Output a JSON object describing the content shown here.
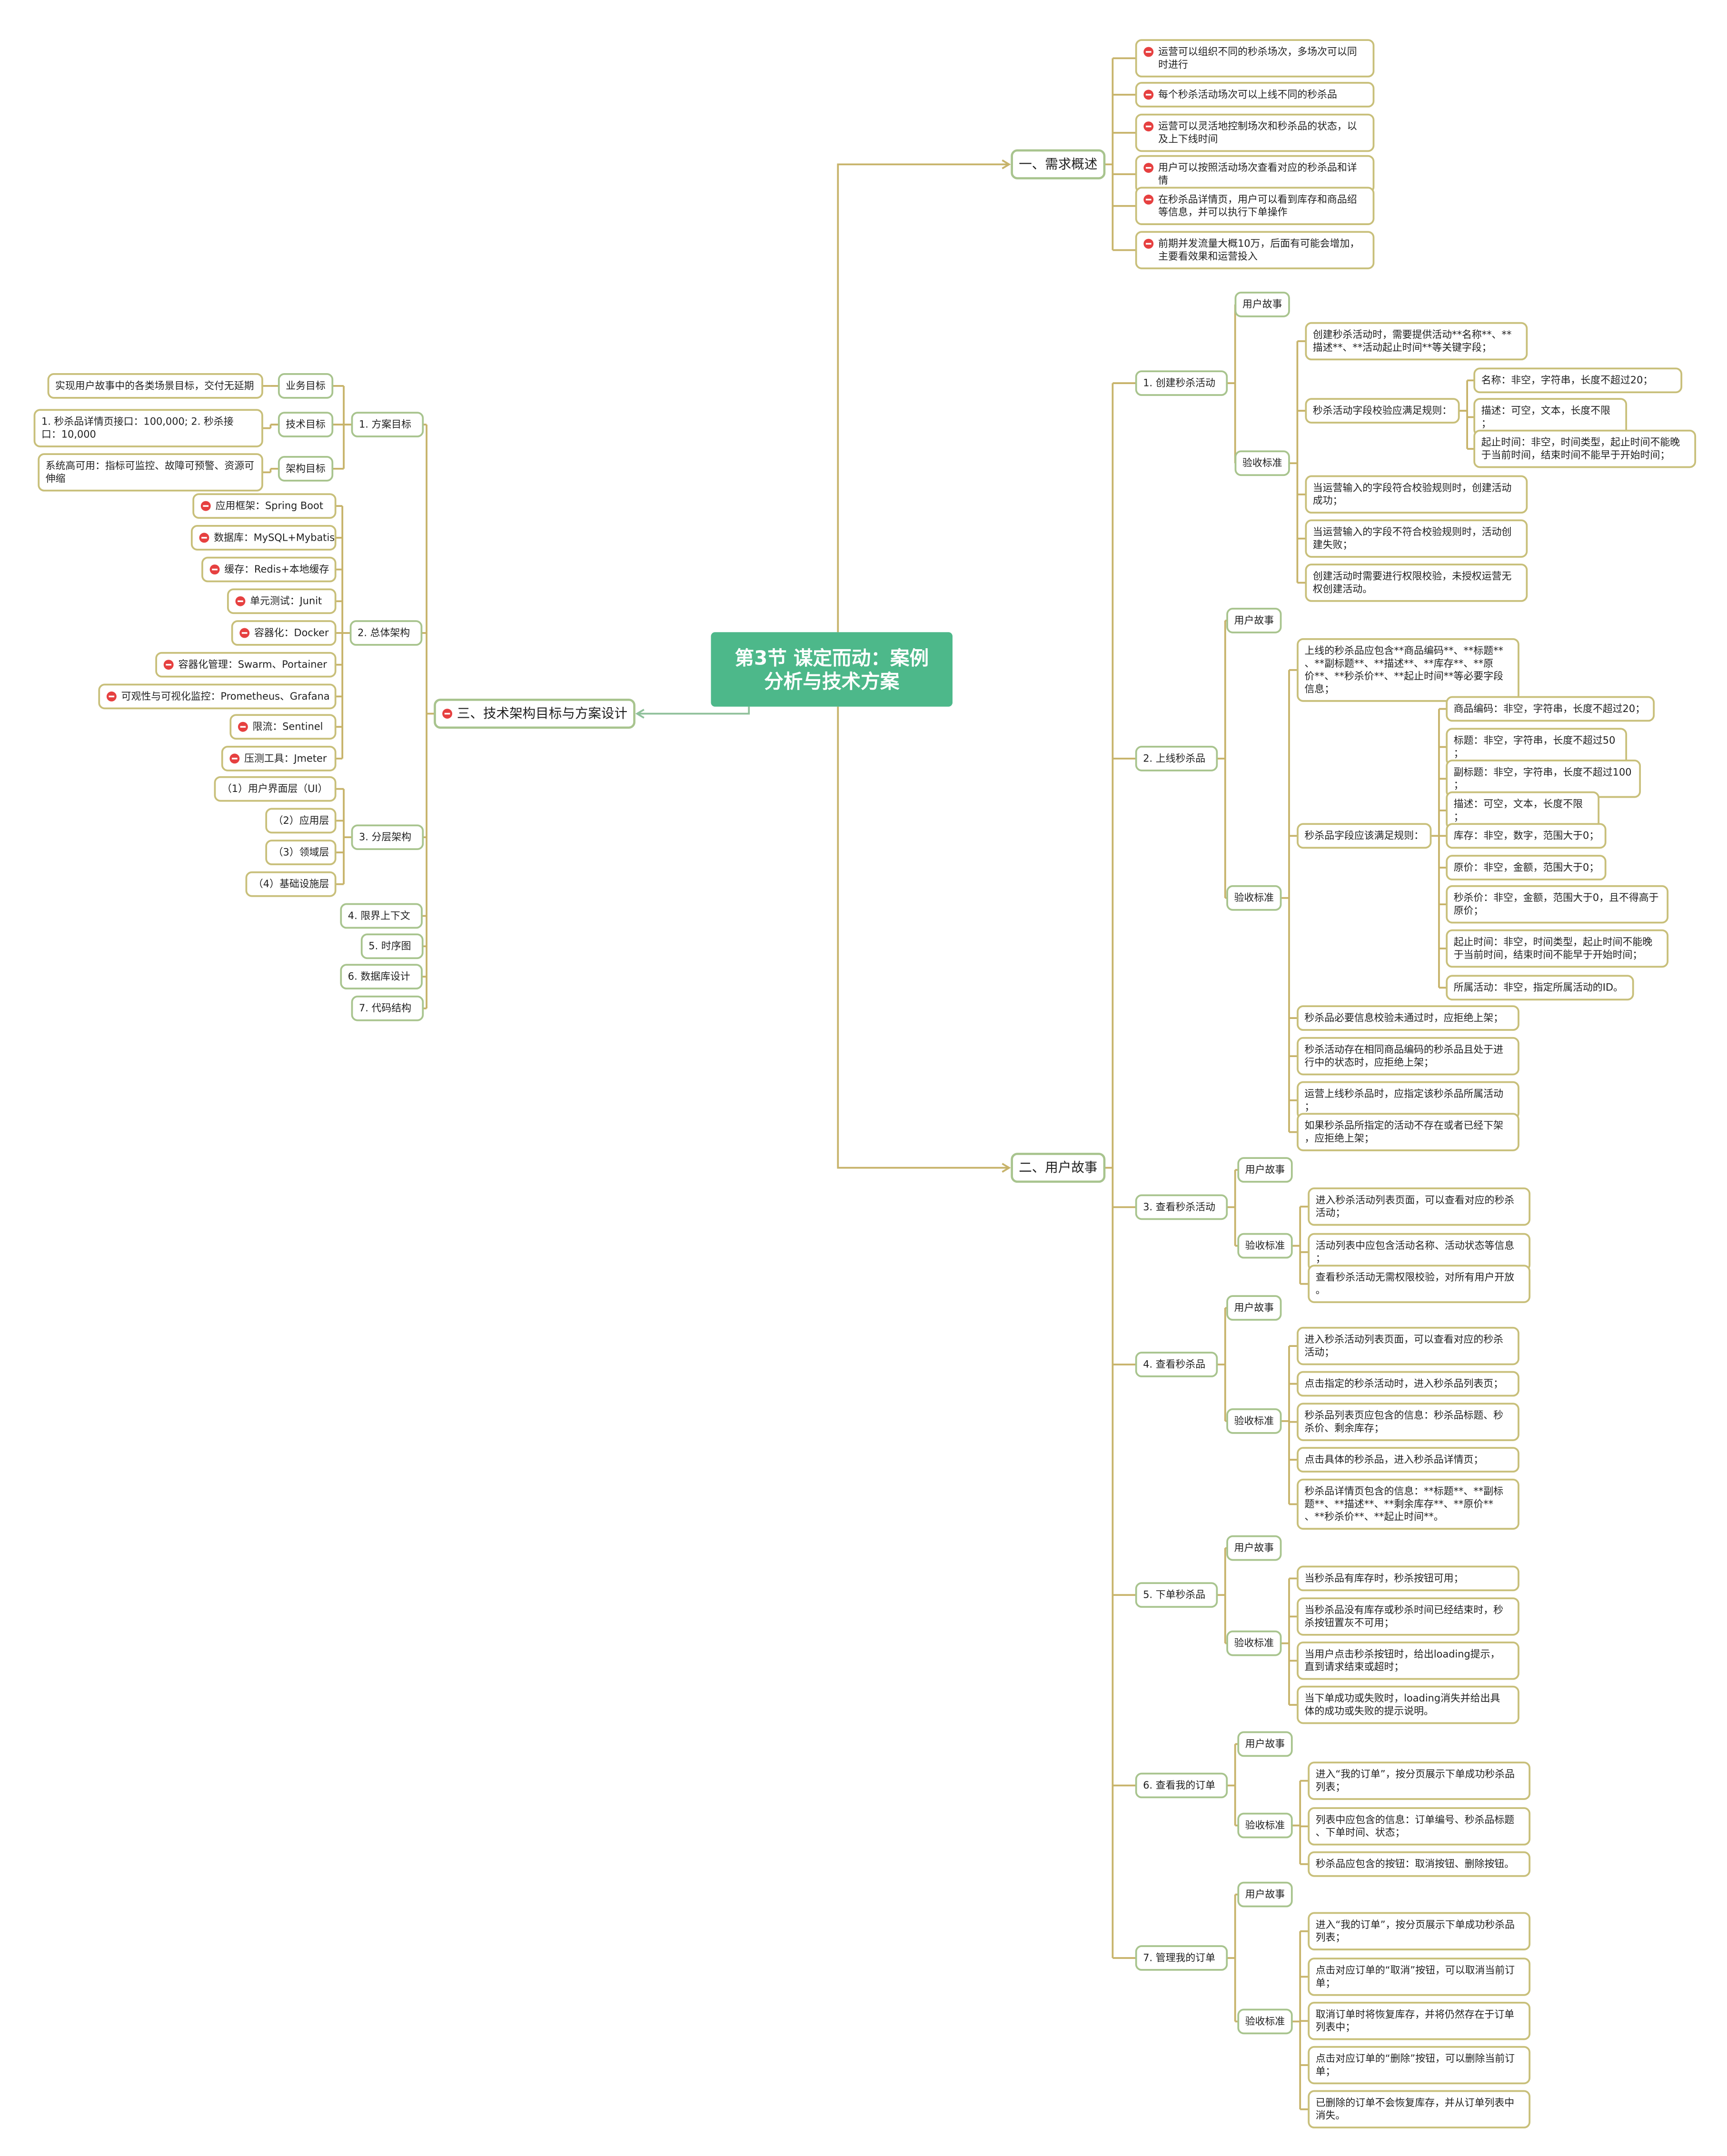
{
  "colors": {
    "root_fill": "#4db88a",
    "root_text": "#ffffff",
    "line": "#c7b36a",
    "node_border": "#a8c48e",
    "node_fill": "#ffffff",
    "leaf_border": "#c8bf7a",
    "text": "#1f1f1f",
    "icon_red": "#e64040",
    "arrow_left": "#8fc09a"
  },
  "root": "第3节 谋定而动：案例分析与技术方案",
  "sections": [
    {
      "label": "一、需求概述",
      "items": [
        "运营可以组织不同的秒杀场次，多场次可以同时进行",
        "每个秒杀活动场次可以上线不同的秒杀品",
        "运营可以灵活地控制场次和秒杀品的状态，以及上下线时间",
        "用户可以按照活动场次查看对应的秒杀品和详情",
        "在秒杀品详情页，用户可以看到库存和商品绍等信息，并可以执行下单操作",
        "前期并发流量大概10万，后面有可能会增加，主要看效果和运营投入"
      ]
    },
    {
      "label": "二、用户故事",
      "stories": [
        {
          "label": "1. 创建秒杀活动",
          "story": "用户故事",
          "criteria": "验收标准",
          "items": [
            "创建秒杀活动时，需要提供活动**名称**、**描述**、**活动起止时间**等关键字段；",
            "秒杀活动字段校验应满足规则：",
            "当运营输入的字段符合校验规则时，创建活动成功；",
            "当运营输入的字段不符合校验规则时，活动创建失败；",
            "创建活动时需要进行权限校验，未授权运营无权创建活动。"
          ],
          "rules": [
            "名称：非空，字符串，长度不超过20；",
            "描述：可空，文本，长度不限；",
            "起止时间：非空，时间类型，起止时间不能晚于当前时间，结束时间不能早于开始时间；"
          ]
        },
        {
          "label": "2. 上线秒杀品",
          "story": "用户故事",
          "criteria": "验收标准",
          "items": [
            "上线的秒杀品应包含**商品编码**、**标题**、**副标题**、**描述**、**库存**、**原价**、**秒杀价**、**起止时间**等必要字段信息；",
            "秒杀品字段应该满足规则：",
            "秒杀品必要信息校验未通过时，应拒绝上架；",
            "秒杀活动存在相同商品编码的秒杀品且处于进行中的状态时，应拒绝上架；",
            "运营上线秒杀品时，应指定该秒杀品所属活动；",
            "如果秒杀品所指定的活动不存在或者已经下架，应拒绝上架；"
          ],
          "rules": [
            "商品编码：非空，字符串，长度不超过20；",
            "标题：非空，字符串，长度不超过50；",
            "副标题：非空，字符串，长度不超过100；",
            "描述：可空，文本，长度不限；",
            "库存：非空，数字，范围大于0；",
            "原价：非空，金额，范围大于0；",
            "秒杀价：非空，金额，范围大于0，且不得高于原价；",
            "起止时间：非空，时间类型，起止时间不能晚于当前时间，结束时间不能早于开始时间；",
            "所属活动：非空，指定所属活动的ID。"
          ]
        },
        {
          "label": "3. 查看秒杀活动",
          "story": "用户故事",
          "criteria": "验收标准",
          "items": [
            "进入秒杀活动列表页面，可以查看对应的秒杀活动；",
            "活动列表中应包含活动名称、活动状态等信息；",
            "查看秒杀活动无需权限校验，对所有用户开放。"
          ]
        },
        {
          "label": "4. 查看秒杀品",
          "story": "用户故事",
          "criteria": "验收标准",
          "items": [
            "进入秒杀活动列表页面，可以查看对应的秒杀活动；",
            "点击指定的秒杀活动时，进入秒杀品列表页；",
            "秒杀品列表页应包含的信息：秒杀品标题、秒杀价、剩余库存；",
            "点击具体的秒杀品，进入秒杀品详情页；",
            "秒杀品详情页包含的信息：**标题**、**副标题**、**描述**、**剩余库存**、**原价**、**秒杀价**、**起止时间**。"
          ]
        },
        {
          "label": "5. 下单秒杀品",
          "story": "用户故事",
          "criteria": "验收标准",
          "items": [
            "当秒杀品有库存时，秒杀按钮可用；",
            "当秒杀品没有库存或秒杀时间已经结束时，秒杀按钮置灰不可用；",
            "当用户点击秒杀按钮时，给出loading提示，直到请求结束或超时；",
            "当下单成功或失败时，loading消失并给出具体的成功或失败的提示说明。"
          ]
        },
        {
          "label": "6. 查看我的订单",
          "story": "用户故事",
          "criteria": "验收标准",
          "items": [
            "进入“我的订单”，按分页展示下单成功秒杀品列表；",
            "列表中应包含的信息：订单编号、秒杀品标题、下单时间、状态；",
            "秒杀品应包含的按钮：取消按钮、删除按钮。"
          ]
        },
        {
          "label": "7. 管理我的订单",
          "story": "用户故事",
          "criteria": "验收标准",
          "items": [
            "进入“我的订单”，按分页展示下单成功秒杀品列表；",
            "点击对应订单的“取消”按钮，可以取消当前订单；",
            "取消订单时将恢复库存，并将仍然存在于订单列表中；",
            "点击对应订单的“删除”按钮，可以删除当前订单；",
            "已删除的订单不会恢复库存，并从订单列表中消失。"
          ]
        }
      ]
    },
    {
      "label": "三、技术架构目标与方案设计",
      "groups": [
        {
          "label": "1. 方案目标",
          "children": [
            {
              "label": "业务目标",
              "leaf": "实现用户故事中的各类场景目标，交付无延期"
            },
            {
              "label": "技术目标",
              "leaf": "1. 秒杀品详情页接口：100,000; 2. 秒杀接口：10,000"
            },
            {
              "label": "架构目标",
              "leaf": "系统高可用：指标可监控、故障可预警、资源可伸缩"
            }
          ]
        },
        {
          "label": "2. 总体架构",
          "children": [
            "应用框架：Spring Boot",
            "数据库：MySQL+Mybatis",
            "缓存：Redis+本地缓存",
            "单元测试：Junit",
            "容器化：Docker",
            "容器化管理：Swarm、Portainer",
            "可观性与可视化监控：Prometheus、Grafana",
            "限流：Sentinel",
            "压测工具：Jmeter"
          ]
        },
        {
          "label": "3. 分层架构",
          "children": [
            "（1）用户界面层（UI）",
            "（2）应用层",
            "（3）领域层",
            "（4）基础设施层"
          ]
        },
        {
          "label": "4. 限界上下文"
        },
        {
          "label": "5. 时序图"
        },
        {
          "label": "6. 数据库设计"
        },
        {
          "label": "7. 代码结构"
        }
      ]
    }
  ]
}
